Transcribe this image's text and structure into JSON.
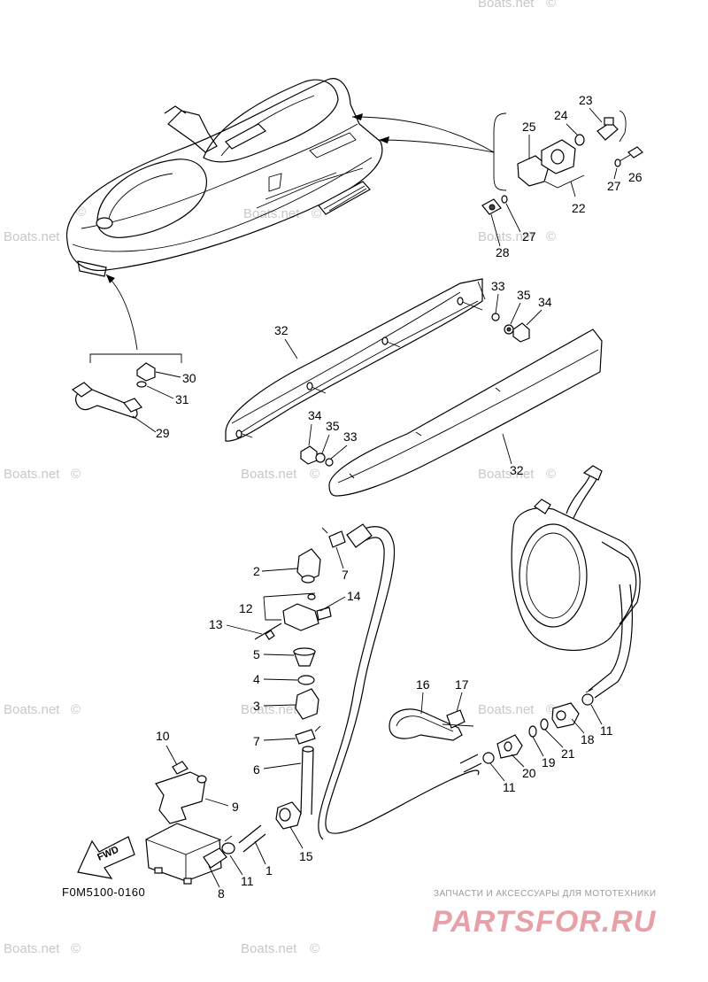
{
  "watermark": {
    "text": "Boats.net",
    "copyright_symbol": "©"
  },
  "diagram_code": "F0M5100-0160",
  "fwd_label": "FWD",
  "footer": {
    "tagline": "ЗАПЧАСТИ И АКСЕССУАРЫ ДЛЯ МОТОТЕХНИКИ",
    "logo": "PARTSFOR.RU"
  },
  "callouts": {
    "c23": "23",
    "c24": "24",
    "c25": "25",
    "c26": "26",
    "c27a": "27",
    "c27b": "27",
    "c22": "22",
    "c28": "28",
    "c33a": "33",
    "c35a": "35",
    "c34a": "34",
    "c32a": "32",
    "c34b": "34",
    "c35b": "35",
    "c33b": "33",
    "c32b": "32",
    "c30": "30",
    "c31": "31",
    "c29": "29",
    "c2": "2",
    "c7a": "7",
    "c12": "12",
    "c14": "14",
    "c13": "13",
    "c5": "5",
    "c4": "4",
    "c3": "3",
    "c7b": "7",
    "c6": "6",
    "c10": "10",
    "c9": "9",
    "c15": "15",
    "c1": "1",
    "c11a": "11",
    "c8": "8",
    "c16": "16",
    "c17": "17",
    "c18": "18",
    "c11b": "11",
    "c21": "21",
    "c19": "19",
    "c20": "20",
    "c11c": "11"
  }
}
